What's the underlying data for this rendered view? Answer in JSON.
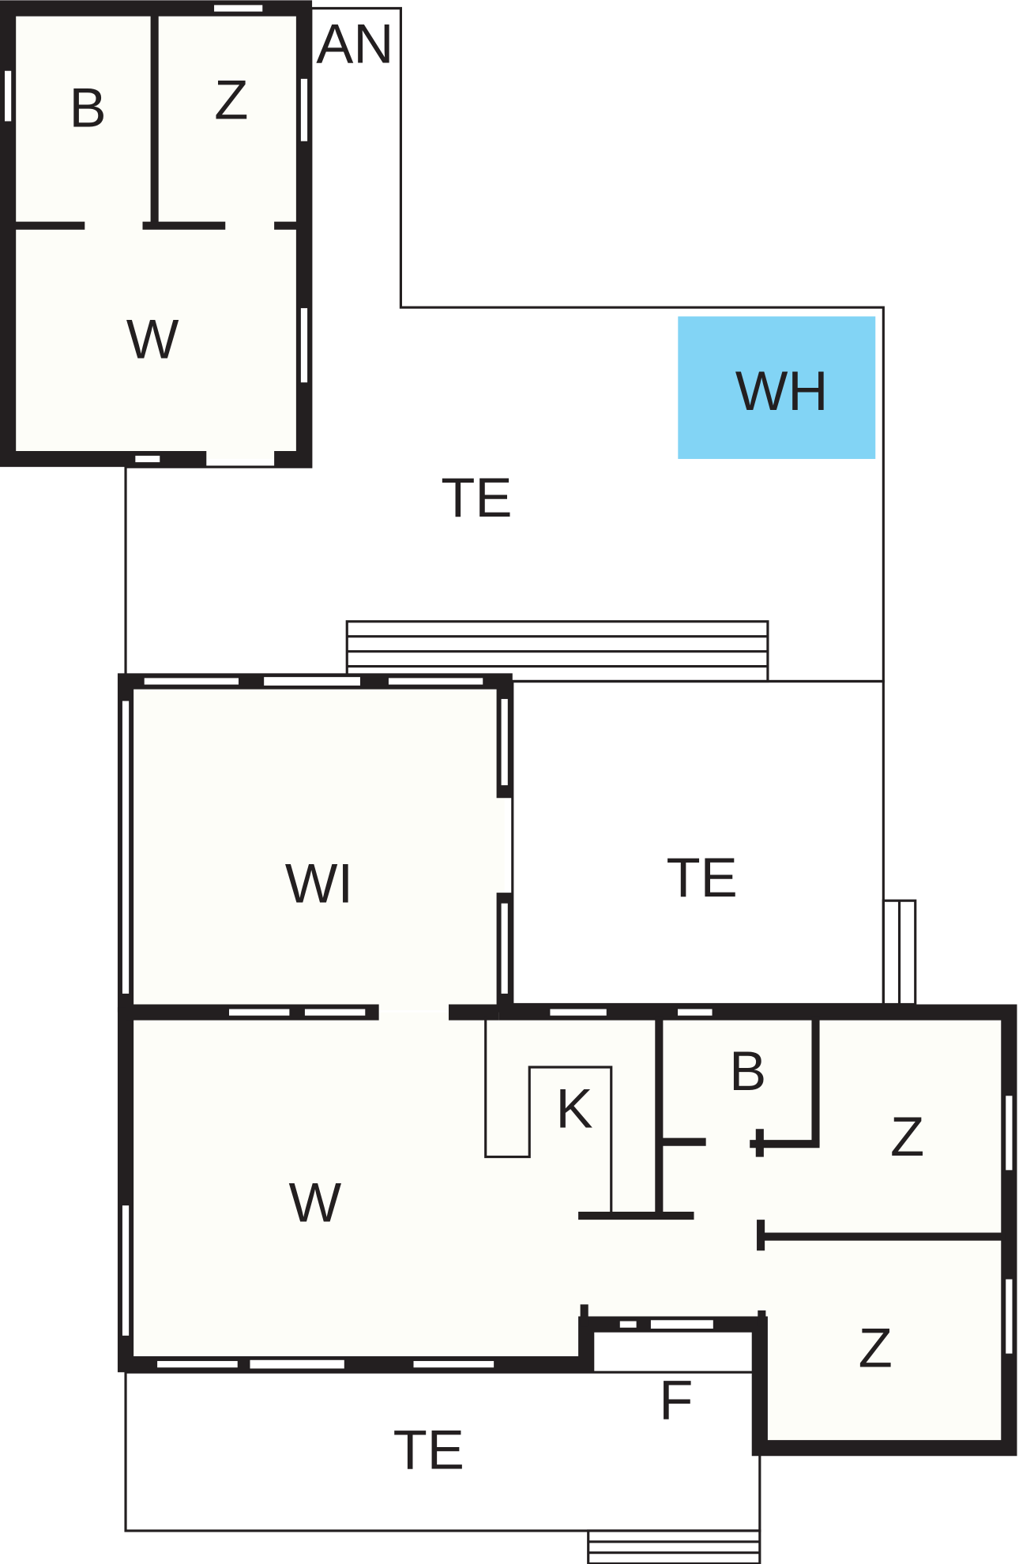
{
  "floorplan": {
    "rooms": {
      "annex_bath": "B",
      "annex_bedroom": "Z",
      "annex_living": "W",
      "annex_label": "AN",
      "whirlpool": "WH",
      "terrace_top": "TE",
      "winter_garden": "WI",
      "terrace_middle": "TE",
      "living": "W",
      "kitchen": "K",
      "bath": "B",
      "bedroom_1": "Z",
      "bedroom_2": "Z",
      "hall": "F",
      "terrace_bottom": "TE"
    },
    "colors": {
      "whirlpool": "#82d4f5",
      "wall": "#231f20",
      "floor": "#fdfdf8"
    }
  }
}
